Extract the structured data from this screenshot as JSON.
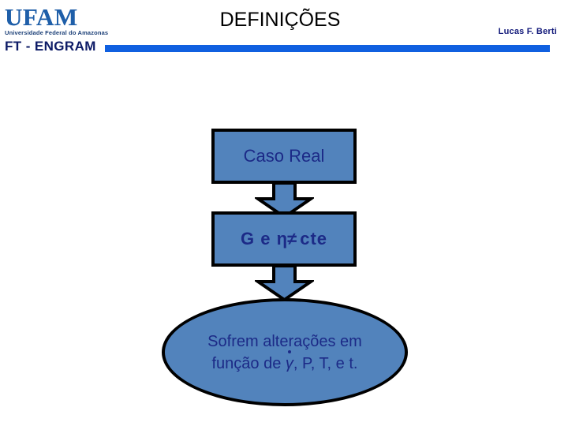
{
  "header": {
    "logo_title": "UFAM",
    "logo_subtitle": "Universidade Federal do Amazonas",
    "department": "FT - ENGRAM",
    "slide_title": "DEFINIÇÕES",
    "author": "Lucas F. Berti",
    "rule_color": "#1060e0",
    "logo_color": "#1f5fa9",
    "department_color": "#0d1b66",
    "author_color": "#12197a"
  },
  "flow": {
    "shape_fill": "#5283bc",
    "shape_stroke": "#000000",
    "text_color": "#1c2a87",
    "box_caso_real": "Caso Real",
    "box_g_eta": {
      "prefix": "G e ",
      "eta_symbol": "η",
      "not_equal_symbol": "≠",
      "suffix": " cte",
      "full_text": "G e η ≠ cte"
    },
    "ellipse": {
      "line1": "Sofrem alterações em",
      "line2_prefix": "função de ",
      "gamma_symbol": "γ",
      "line2_suffix": ", P, T, e t.",
      "full_text": "Sofrem alterações em função de γ̇, P, T, e t."
    },
    "arrow_1_name": "down-arrow-icon",
    "arrow_2_name": "down-arrow-icon"
  }
}
